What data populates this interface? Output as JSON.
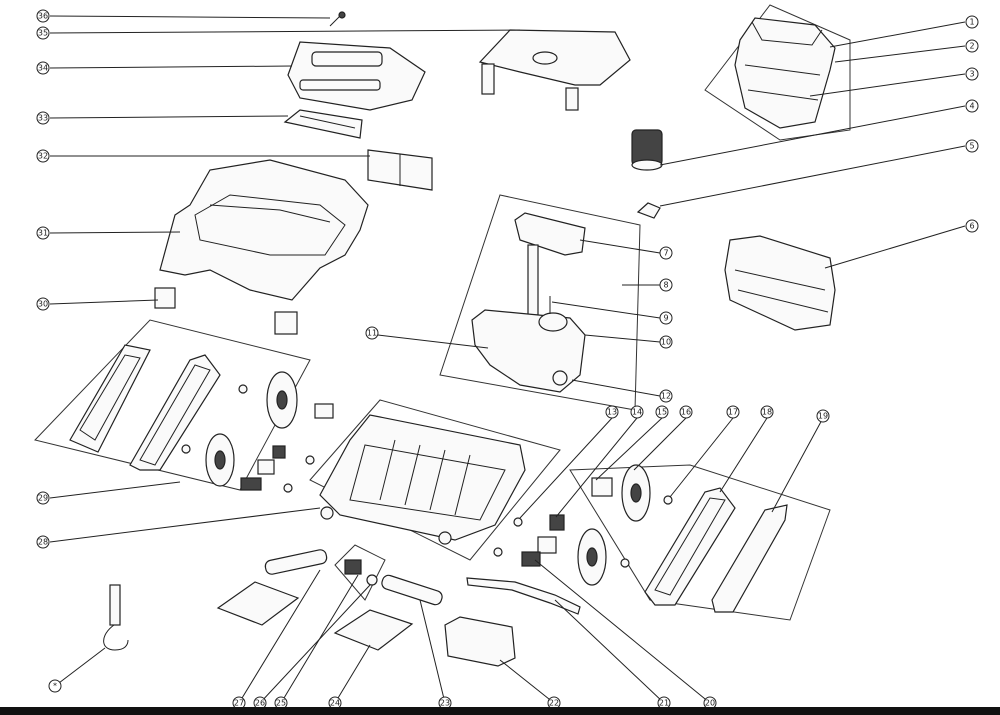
{
  "diagram": {
    "callouts": [
      "1",
      "2",
      "3",
      "4",
      "5",
      "6",
      "7",
      "8",
      "9",
      "10",
      "11",
      "12",
      "13",
      "14",
      "15",
      "16",
      "17",
      "18",
      "19",
      "20",
      "21",
      "22",
      "23",
      "24",
      "25",
      "26",
      "27",
      "28",
      "29",
      "30",
      "31",
      "32",
      "33",
      "34",
      "35",
      "36",
      "*"
    ]
  }
}
